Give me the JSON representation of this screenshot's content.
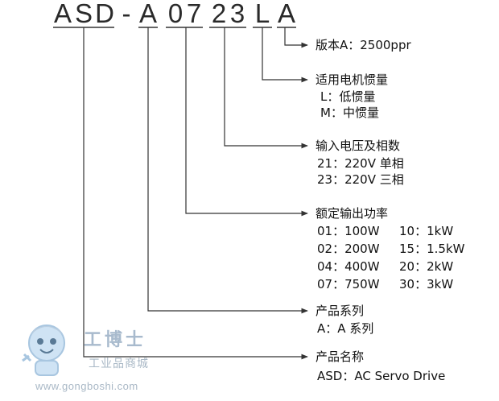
{
  "model_code": [
    "A",
    "S",
    "D",
    "-",
    "A",
    "0",
    "7",
    "2",
    "3",
    "L",
    "A"
  ],
  "fields": [
    {
      "title": "版本A：2500ppr",
      "options": []
    },
    {
      "title": "适用电机惯量",
      "options": [
        "L：低惯量",
        "M：中惯量"
      ]
    },
    {
      "title": "输入电压及相数",
      "options": [
        "21：220V 单相",
        "23：220V 三相"
      ]
    },
    {
      "title": "额定输出功率",
      "options": [
        "01：100W",
        "10：1kW",
        "02：200W",
        "15：1.5kW",
        "04：400W",
        "20：2kW",
        "07：750W",
        "30：3kW"
      ]
    },
    {
      "title": "产品系列",
      "options": [
        "A：A 系列"
      ]
    },
    {
      "title": "产品名称",
      "options": [
        "ASD：AC Servo Drive"
      ]
    }
  ],
  "watermark": {
    "logo_text": "工博士",
    "subtitle": "工业品商城",
    "url": "www.gongboshi.com"
  },
  "colors": {
    "line": "#333333",
    "text": "#111111",
    "watermark": "#9fb3c8"
  }
}
